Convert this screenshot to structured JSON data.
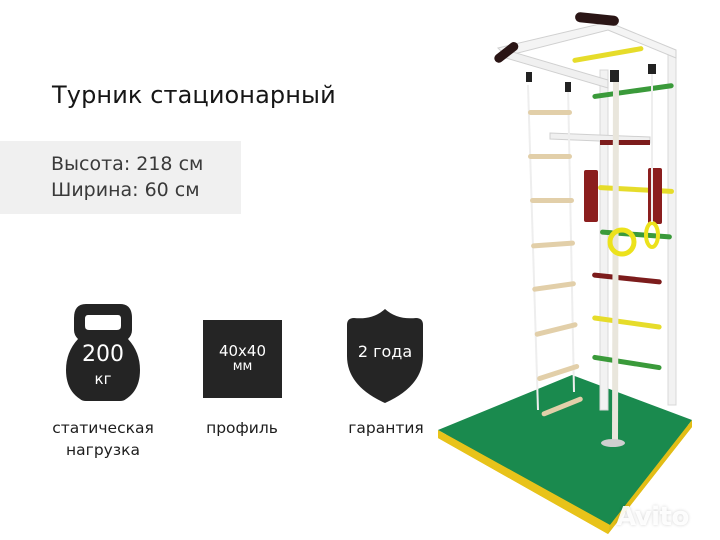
{
  "title": "Турник стационарный",
  "specs": {
    "height": "Высота: 218 см",
    "width": "Ширина: 60 см"
  },
  "features": [
    {
      "icon": "kettlebell-icon",
      "value": "200",
      "unit": "кг",
      "label_line1": "статическая",
      "label_line2": "нагрузка"
    },
    {
      "icon": "profile-square-icon",
      "value": "40x40",
      "unit": "мм",
      "label_line1": "профиль"
    },
    {
      "icon": "shield-icon",
      "value": "2 года",
      "label_line1": "гарантия"
    }
  ],
  "product_image": {
    "description": "wall bars sports complex with pull-up bar, rope ladder, climbing rope, gymnastic rings and green mat",
    "colors": {
      "frame": "#f4f4f4",
      "yellow": "#e5d92a",
      "green": "#3a9a3a",
      "maroon": "#7c1c1c",
      "mat": "#17834a",
      "mat_edge": "#e6c21a",
      "wood": "#e2cfa9"
    }
  },
  "watermark": "Avito"
}
